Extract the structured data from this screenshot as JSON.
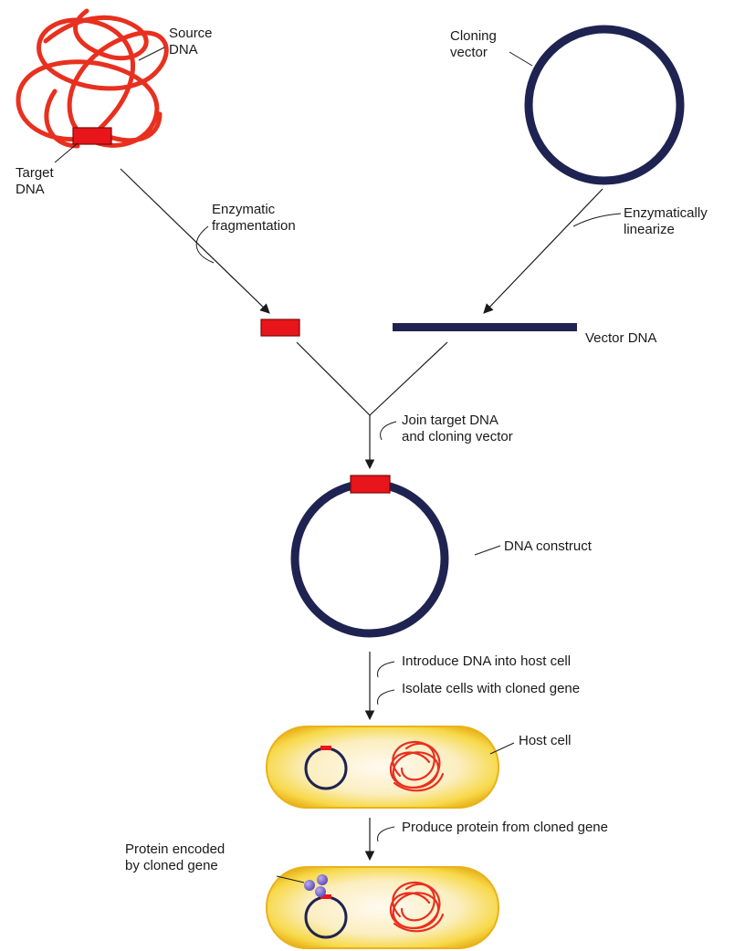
{
  "labels": {
    "source_dna": "Source\nDNA",
    "target_dna": "Target\nDNA",
    "cloning_vector": "Cloning\nvector",
    "enzymatic_fragmentation": "Enzymatic\nfragmentation",
    "enzymatically_linearize": "Enzymatically\nlinearize",
    "vector_dna": "Vector DNA",
    "join_step": "Join target DNA\nand cloning vector",
    "dna_construct": "DNA construct",
    "introduce_step": "Introduce DNA into host cell",
    "isolate_step": "Isolate cells with cloned gene",
    "host_cell": "Host cell",
    "produce_step": "Produce protein from cloned gene",
    "protein_label": "Protein encoded\nby cloned gene"
  },
  "colors": {
    "target_dna": "#e8151b",
    "source_dna_strand": "#e8301f",
    "vector": "#1f2351",
    "cell_fill": "#f7d94a",
    "cell_rim": "#e9b21a",
    "protein": "#6f5fc8",
    "arrow": "#1a1a1a"
  }
}
